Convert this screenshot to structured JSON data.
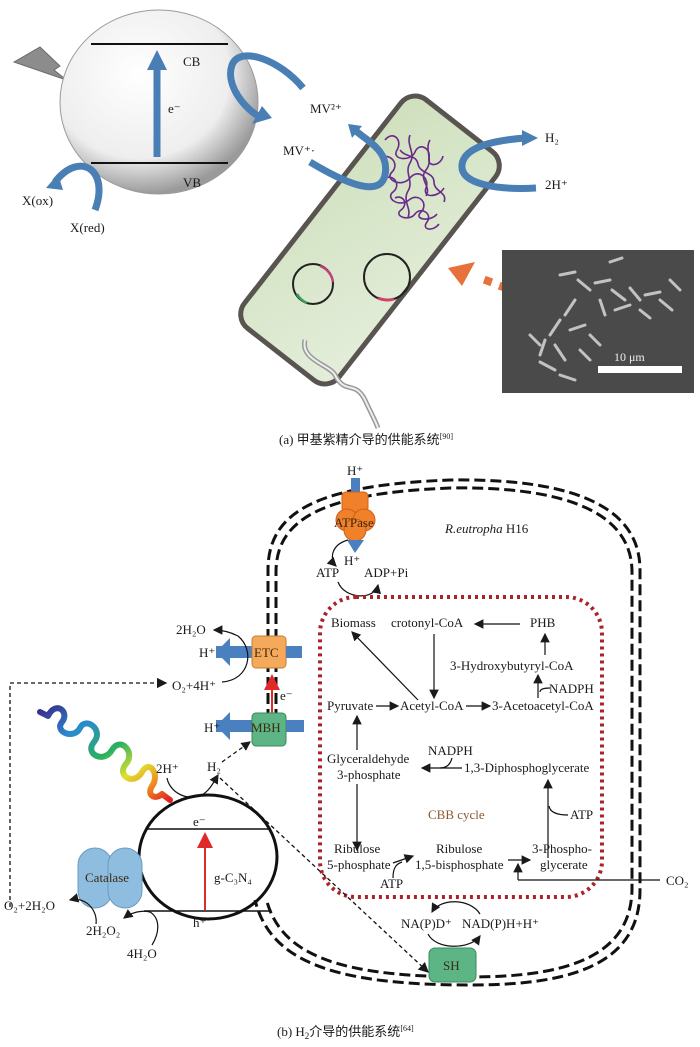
{
  "panel_a": {
    "caption": "(a) 甲基紫精介导的供能系统",
    "caption_ref": "[90]",
    "semiconductor": {
      "cb_label": "CB",
      "vb_label": "VB",
      "electron_label": "e⁻"
    },
    "sacrificial": {
      "oxidized": "X(ox)",
      "reduced": "X(red)"
    },
    "mediator": {
      "oxidized": "MV²⁺",
      "reduced": "MV⁺·"
    },
    "hydrogenase_reaction": {
      "product": "H₂",
      "substrate": "2H⁺"
    },
    "micrograph": {
      "scale_bar": "10 μm"
    },
    "colors": {
      "arrow_blue": "#4a7fb5",
      "cell_fill": "#d4e4c4",
      "cell_border": "#5a5450",
      "protein": "#6a2a8a",
      "pointer_orange": "#e8703a",
      "micrograph_bg": "#4a4a4a"
    }
  },
  "panel_b": {
    "caption_prefix": "(b) H",
    "caption_sub": "2",
    "caption_rest": "介导的供能系统",
    "caption_ref": "[64]",
    "organism": {
      "name_italic": "R.eutropha",
      "strain": " H16"
    },
    "atpase": {
      "label": "ATPase",
      "h_in": "H⁺",
      "h_out": "H⁺",
      "atp": "ATP",
      "adp": "ADP+Pi"
    },
    "etc": {
      "label": "ETC",
      "h_out": "H⁺",
      "water": "2H₂O",
      "oxygen": "O₂+4H⁺",
      "electron": "e⁻"
    },
    "mbh": {
      "label": "MBH",
      "h_out": "H⁺",
      "h2": "H₂"
    },
    "photocatalyst": {
      "label": "g-C₃N₄",
      "electron": "e⁻",
      "hole": "h⁺",
      "protons": "2H⁺",
      "water": "4H₂O"
    },
    "catalase": {
      "label": "Catalase",
      "peroxide": "2H₂O₂",
      "products": "O₂+2H₂O"
    },
    "sh": {
      "label": "SH",
      "oxidized": "NA(P)D⁺",
      "reduced": "NAD(P)H+H⁺"
    },
    "co2": "CO₂",
    "metabolism": {
      "biomass": "Biomass",
      "crotonyl": "crotonyl-CoA",
      "phb": "PHB",
      "hydroxybutyryl": "3-Hydroxybutyryl-CoA",
      "nadph_1": "NADPH",
      "pyruvate": "Pyruvate",
      "acetyl": "Acetyl-CoA",
      "acetoacetyl": "3-Acetoacetyl-CoA",
      "g3p_line1": "Glyceraldehyde",
      "g3p_line2": "3-phosphate",
      "nadph_2": "NADPH",
      "dpg": "1,3-Diphosphoglycerate",
      "cbb": "CBB cycle",
      "atp_1": "ATP",
      "r5p_line1": "Ribulose",
      "r5p_line2": "5-phosphate",
      "rubp_line1": "Ribulose",
      "rubp_line2": "1,5-bisphosphate",
      "pga_line1": "3-Phospho-",
      "pga_line2": "glycerate",
      "atp_2": "ATP"
    },
    "colors": {
      "atpase": "#f0802a",
      "etc": "#f5a95a",
      "mbh": "#5db585",
      "sh": "#5db585",
      "catalase": "#8fbde0",
      "proton_arrow": "#4a7fc0",
      "electron_arrow": "#e02a2a",
      "cbb_border": "#a8232a",
      "cbb_text": "#8a5a2b"
    }
  }
}
